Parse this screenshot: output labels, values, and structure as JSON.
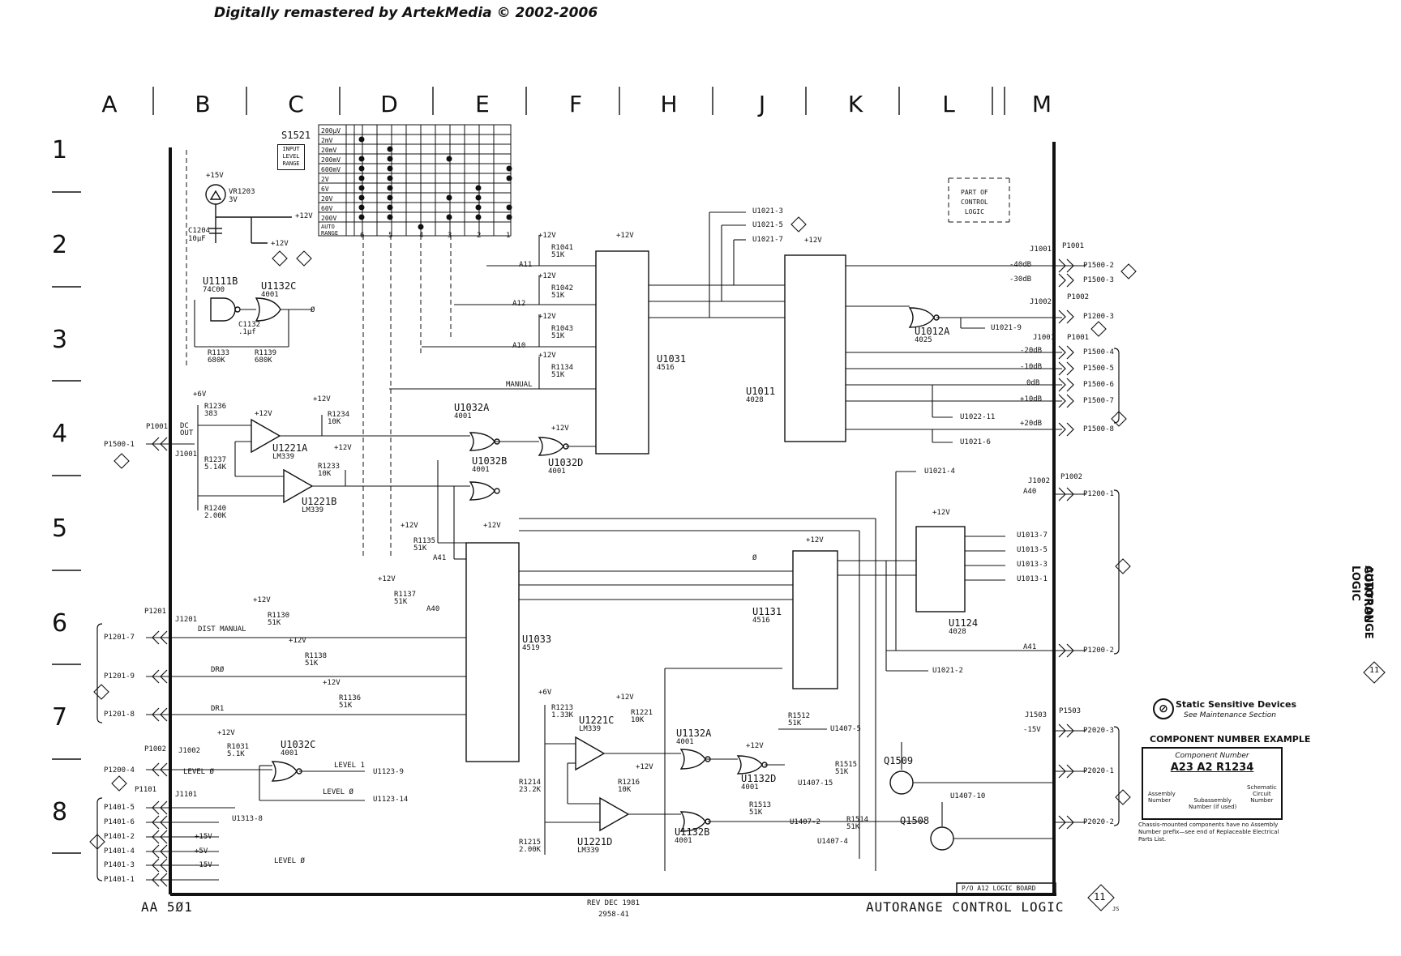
{
  "credit": "Digitally remastered by ArtekMedia © 2002-2006",
  "columns": [
    "A",
    "B",
    "C",
    "D",
    "E",
    "F",
    "H",
    "J",
    "K",
    "L",
    "M"
  ],
  "rows": [
    "1",
    "2",
    "3",
    "4",
    "5",
    "6",
    "7",
    "8"
  ],
  "switch_table": {
    "ref": "S1521",
    "box_label": [
      "INPUT",
      "LEVEL",
      "RANGE"
    ],
    "ranges": [
      "200μV",
      "2mV",
      "20mV",
      "200mV",
      "600mV",
      "2V",
      "6V",
      "20V",
      "60V",
      "200V",
      "AUTO RANGE"
    ],
    "col_numbers": [
      "6",
      "5",
      "4",
      "3",
      "2",
      "1"
    ]
  },
  "components": {
    "vr1203": [
      "VR1203",
      "3V"
    ],
    "c1204": [
      "C1204",
      "10μF"
    ],
    "u1111b": [
      "U1111B",
      "74C00"
    ],
    "u1132c": [
      "U1132C",
      "4001"
    ],
    "c1132": [
      "C1132",
      ".1μf"
    ],
    "r1133": [
      "R1133",
      "680K"
    ],
    "r1139": [
      "R1139",
      "680K"
    ],
    "r1041": [
      "R1041",
      "51K"
    ],
    "r1042": [
      "R1042",
      "51K"
    ],
    "r1043": [
      "R1043",
      "51K"
    ],
    "r1134": [
      "R1134",
      "51K"
    ],
    "u1031": [
      "U1031",
      "4516"
    ],
    "u1011": [
      "U1011",
      "4028"
    ],
    "u1012a": [
      "U1012A",
      "4025"
    ],
    "r1236": [
      "R1236",
      "383"
    ],
    "r1234": [
      "R1234",
      "10K"
    ],
    "r1233": [
      "R1233",
      "10K"
    ],
    "r1237": [
      "R1237",
      "5.14K"
    ],
    "r1240": [
      "R1240",
      "2.00K"
    ],
    "u1221a": [
      "U1221A",
      "LM339"
    ],
    "u1221b": [
      "U1221B",
      "LM339"
    ],
    "u1032a": [
      "U1032A",
      "4001"
    ],
    "u1032b": [
      "U1032B",
      "4001"
    ],
    "u1032d": [
      "U1032D",
      "4001"
    ],
    "r1135": [
      "R1135",
      "51K"
    ],
    "r1137": [
      "R1137",
      "51K"
    ],
    "r1130": [
      "R1130",
      "51K"
    ],
    "r1138": [
      "R1138",
      "51K"
    ],
    "r1136": [
      "R1136",
      "51K"
    ],
    "u1033": [
      "U1033",
      "4519"
    ],
    "u1131": [
      "U1131",
      "4516"
    ],
    "u1124": [
      "U1124",
      "4028"
    ],
    "r1213": [
      "R1213",
      "1.33K"
    ],
    "r1221": [
      "R1221",
      "10K"
    ],
    "u1221c": [
      "U1221C",
      "LM339"
    ],
    "u1132a": [
      "U1132A",
      "4001"
    ],
    "u1132d": [
      "U1132D",
      "4001"
    ],
    "r1512": [
      "R1512",
      "51K"
    ],
    "r1515": [
      "R1515",
      "51K"
    ],
    "q1509": [
      "Q1509"
    ],
    "r1214": [
      "R1214",
      "23.2K"
    ],
    "r1216": [
      "R1216",
      "10K"
    ],
    "u1221d": [
      "U1221D",
      "LM339"
    ],
    "r1215": [
      "R1215",
      "2.00K"
    ],
    "u1132b": [
      "U1132B",
      "4001"
    ],
    "r1513": [
      "R1513",
      "51K"
    ],
    "r1514": [
      "R1514",
      "51K"
    ],
    "q1508": [
      "Q1508"
    ],
    "r1031": [
      "R1031",
      "5.1K"
    ],
    "u1032c": [
      "U1032C",
      "4001"
    ]
  },
  "supply": {
    "p15v": "+15V",
    "p12v": "+12V",
    "p6v": "+6V",
    "p5v": "+5V",
    "m15v": "-15V",
    "zero": "Ø"
  },
  "connectors": {
    "p1001": "P1001",
    "j1001": "J1001",
    "p1002": "P1002",
    "j1002": "J1002",
    "p1201": "P1201",
    "j1201": "J1201",
    "p1101": "P1101",
    "j1101": "J1101",
    "j1503": "J1503",
    "p1503": "P1503",
    "dc_out": [
      "DC",
      "OUT"
    ]
  },
  "left_signals": [
    "P1500-1",
    "P1201-7",
    "P1201-9",
    "P1201-8",
    "P1200-4",
    "P1401-5",
    "P1401-6",
    "P1401-2",
    "P1401-4",
    "P1401-3",
    "P1401-1"
  ],
  "right_signals": [
    "P1500-2",
    "P1500-3",
    "P1200-3",
    "P1500-4",
    "P1500-5",
    "P1500-6",
    "P1500-7",
    "P1500-8",
    "P1200-1",
    "P1200-2",
    "P2020-3",
    "P2020-1",
    "P2020-2"
  ],
  "db_labels": [
    "-40dB",
    "-30dB",
    "-20dB",
    "-10dB",
    "0dB",
    "+10dB",
    "+20dB"
  ],
  "net_labels": {
    "u1021_3": "U1021-3",
    "u1021_5": "U1021-5",
    "u1021_7": "U1021-7",
    "u1021_9": "U1021-9",
    "u1022_11": "U1022-11",
    "u1021_6": "U1021-6",
    "u1021_4": "U1021-4",
    "u1021_2": "U1021-2",
    "u1013_7": "U1013-7",
    "u1013_5": "U1013-5",
    "u1013_3": "U1013-3",
    "u1013_1": "U1013-1",
    "u1407_5": "U1407-5",
    "u1407_15": "U1407-15",
    "u1407_10": "U1407-10",
    "u1407_2": "U1407-2",
    "u1407_4": "U1407-4",
    "u1123_9": "U1123-9",
    "u1123_14": "U1123-14",
    "u1313_8": "U1313-8",
    "a11": "A11",
    "a12": "A12",
    "a10": "A10",
    "a41": "A41",
    "a40": "A40",
    "manual": "MANUAL",
    "dist_manual": "DIST MANUAL",
    "dr0": "DRØ",
    "dr1": "DR1",
    "level0": "LEVEL Ø",
    "level1": "LEVEL 1"
  },
  "part_of": [
    "PART OF",
    "CONTROL",
    "LOGIC"
  ],
  "board_label": "P/O  A12  LOGIC BOARD",
  "footer": {
    "model": "AA 5Ø1",
    "rev": "REV DEC 1981",
    "drawing_no": "2958-41",
    "title": "AUTORANGE CONTROL LOGIC",
    "diagram_no": "11",
    "initials": "JS"
  },
  "side_title": [
    "AUTORANGE",
    "CONTROL LOGIC"
  ],
  "notes": {
    "static_title": "Static Sensitive Devices",
    "static_sub": "See Maintenance Section",
    "cne_title": "COMPONENT NUMBER EXAMPLE",
    "cne_header": "Component Number",
    "cne_code": "A23 A2 R1234",
    "cne_assembly": [
      "Assembly",
      "Number"
    ],
    "cne_subassembly": [
      "Subassembly",
      "Number  (if used)"
    ],
    "cne_schematic": [
      "Schematic",
      "Circuit",
      "Number"
    ],
    "chassis_note": "Chassis-mounted components have no Assembly Number prefix—see end of Replaceable Electrical Parts List."
  }
}
